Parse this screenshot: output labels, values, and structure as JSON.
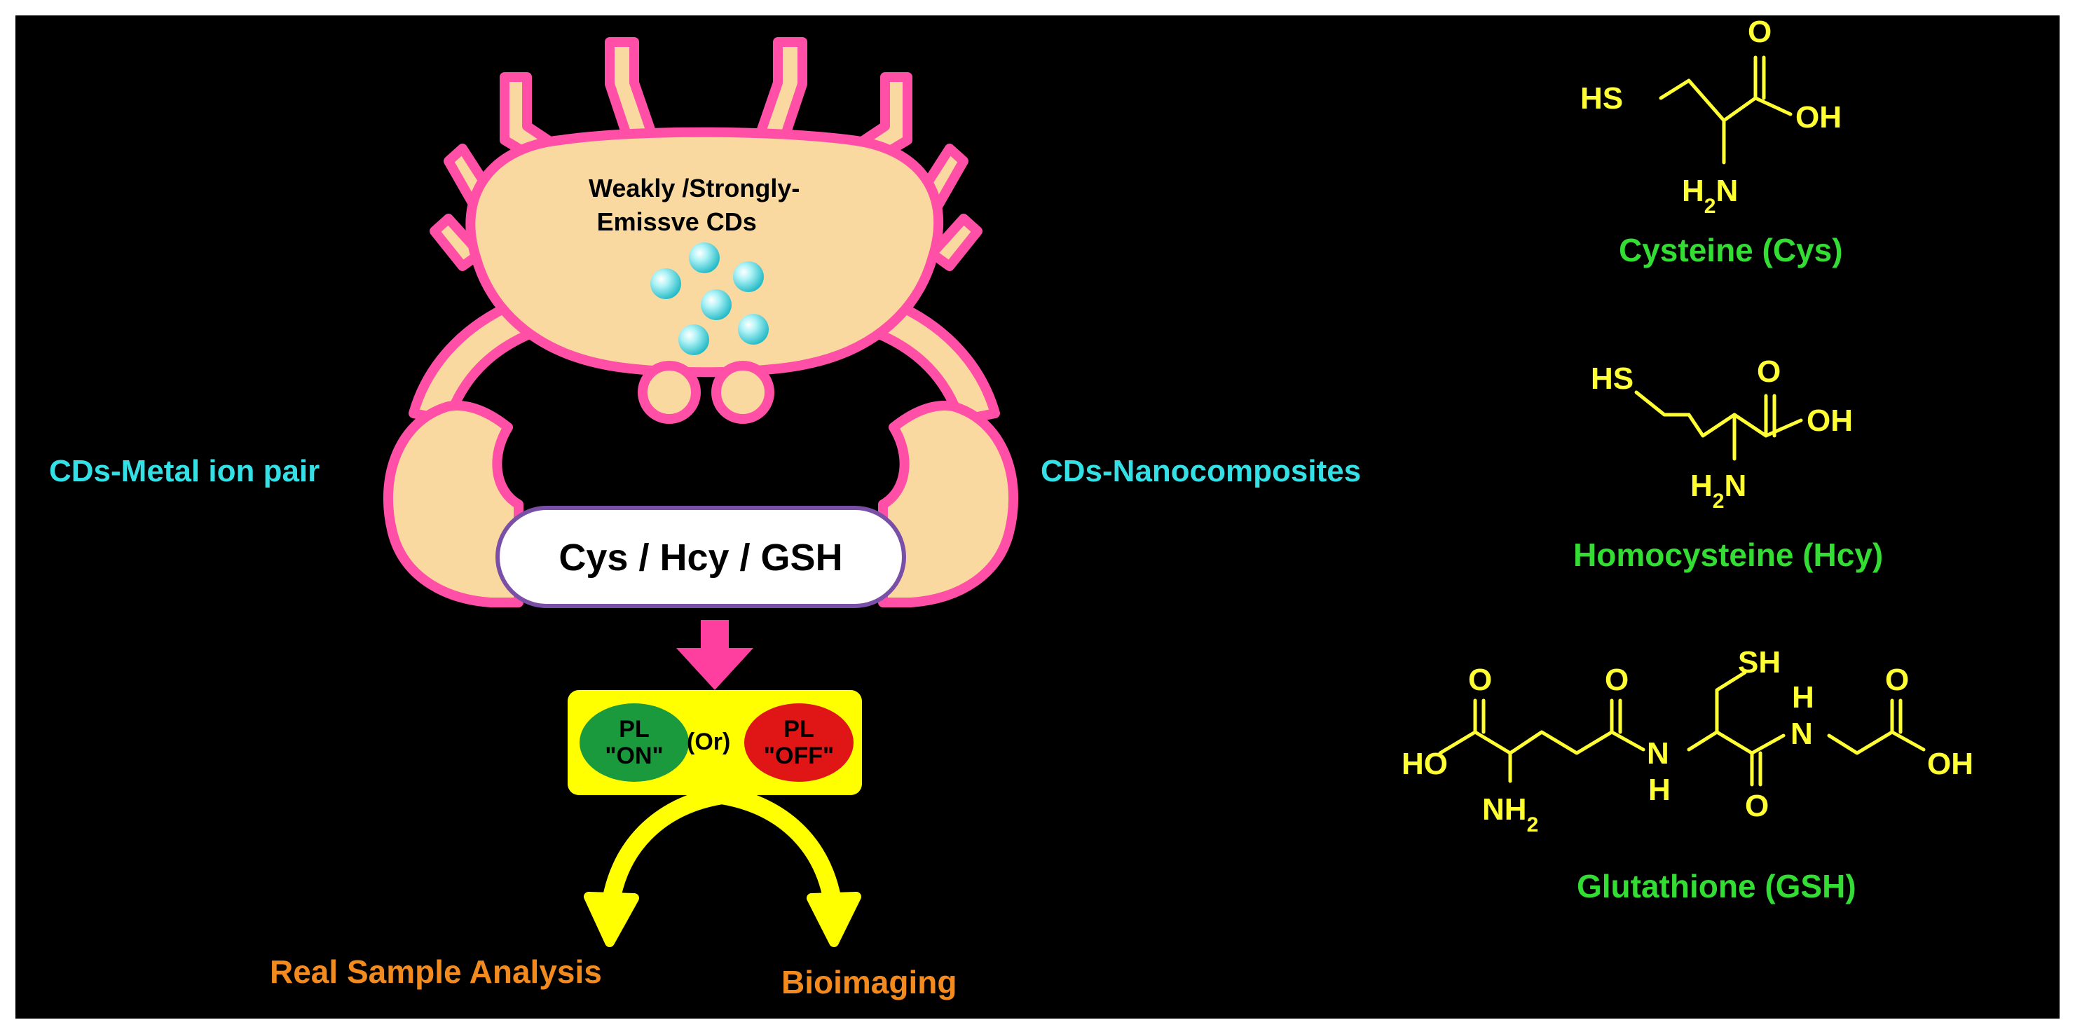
{
  "crab": {
    "body_text_line1": "Weakly /Strongly-",
    "body_text_line2": "Emissve CDs",
    "claw_left_label": "CDs-Metal ion pair",
    "claw_right_label": "CDs-Nanocomposites",
    "analyte_label": "Cys / Hcy / GSH"
  },
  "response": {
    "on_line1": "PL",
    "on_line2": "\"ON\"",
    "or_label": "(Or)",
    "off_line1": "PL",
    "off_line2": "\"OFF\""
  },
  "applications": {
    "left": "Real Sample Analysis",
    "right": "Bioimaging"
  },
  "molecules": {
    "cysteine": {
      "name": "Cysteine (Cys)",
      "atoms": [
        "HS",
        "O",
        "OH",
        "H2N"
      ]
    },
    "homocysteine": {
      "name": "Homocysteine (Hcy)",
      "atoms": [
        "HS",
        "O",
        "OH",
        "H2N"
      ]
    },
    "glutathione": {
      "name": "Glutathione (GSH)",
      "atoms": [
        "O",
        "HO",
        "NH2",
        "O",
        "SH",
        "N",
        "H",
        "H",
        "N",
        "O",
        "O",
        "OH"
      ]
    }
  },
  "colors": {
    "background": "#000000",
    "crab_fill": "#fad9a1",
    "crab_outline": "#ff4fa6",
    "arrow_pink": "#ff3fa0",
    "panel_yellow": "#ffff00",
    "on_green": "#1a9a3c",
    "off_red": "#e01515",
    "label_cyan": "#33e0e6",
    "label_orange": "#f28a1e",
    "label_green": "#33dd33",
    "chem_yellow": "#ffff33"
  }
}
